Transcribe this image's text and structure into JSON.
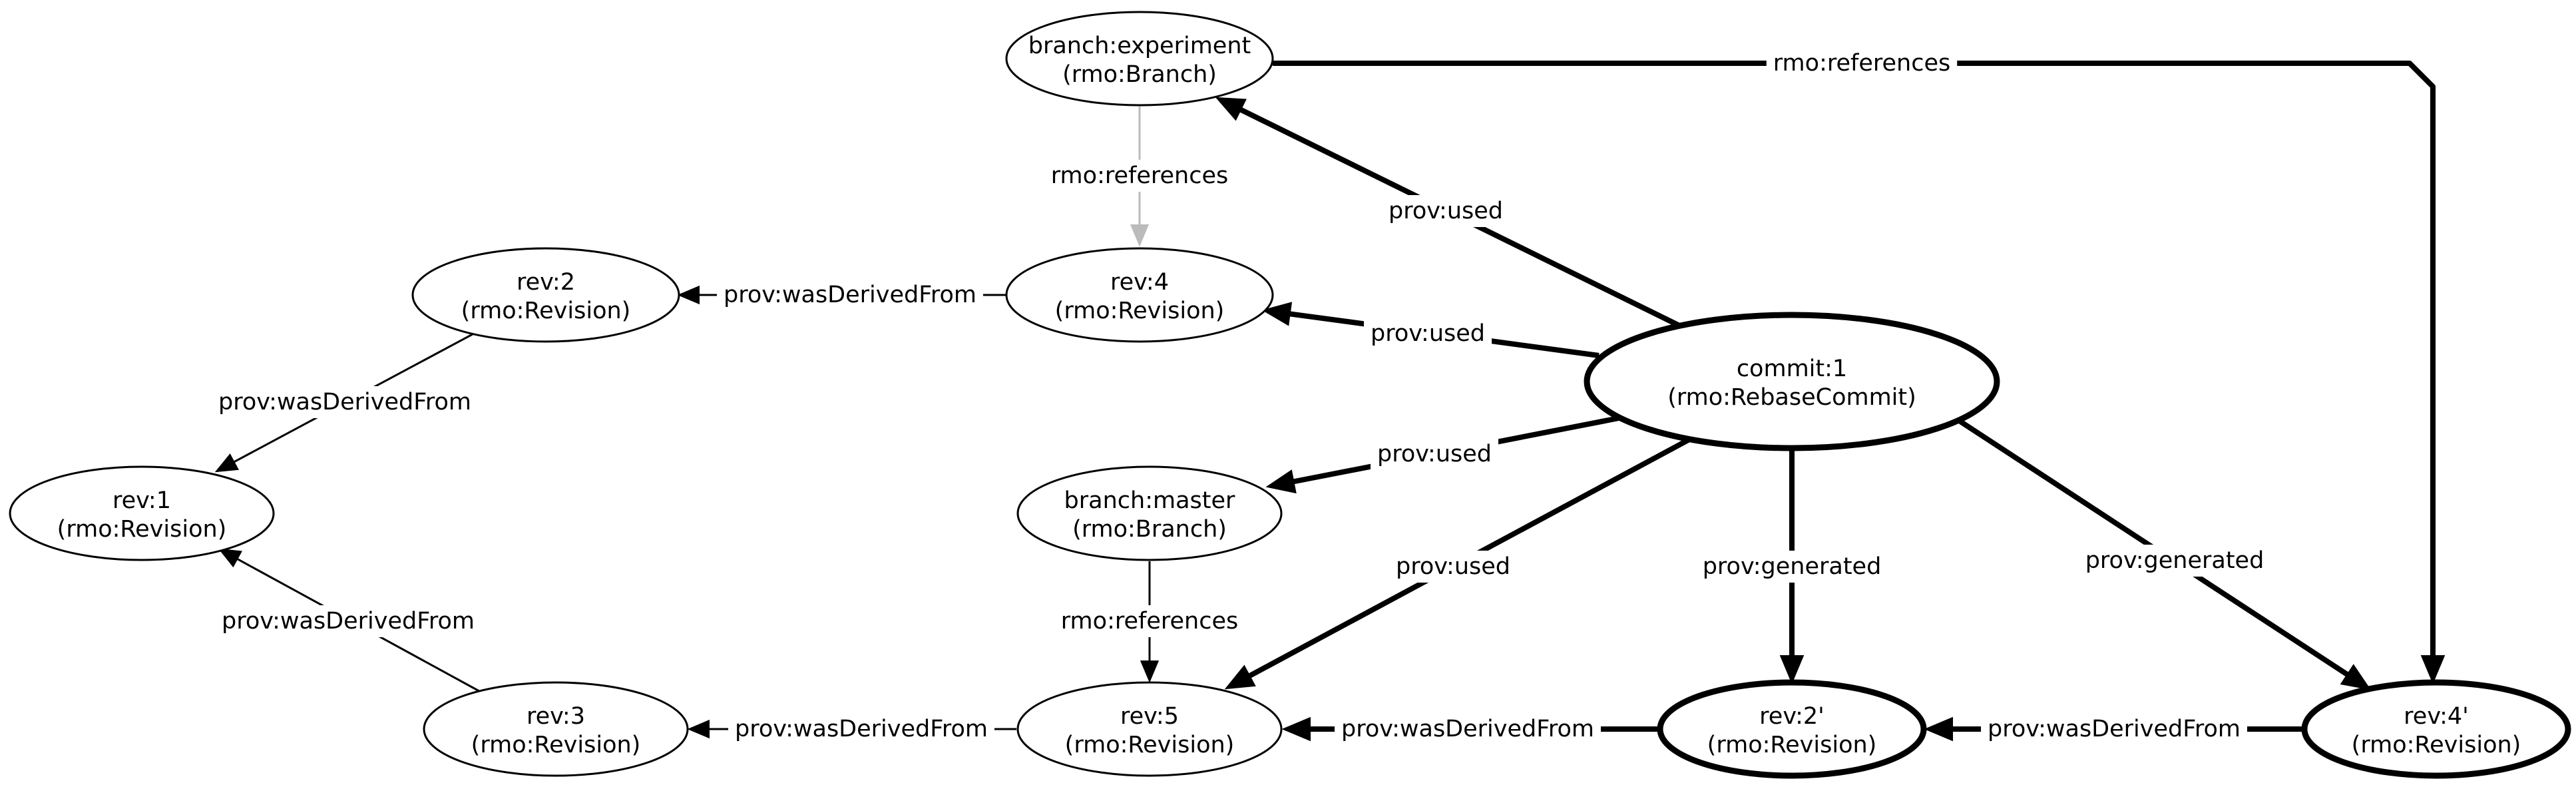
{
  "nodes": [
    {
      "id": "branch_experiment",
      "name": "branch:experiment",
      "type": "(rmo:Branch)",
      "bold": false
    },
    {
      "id": "rev4",
      "name": "rev:4",
      "type": "(rmo:Revision)",
      "bold": false
    },
    {
      "id": "rev2",
      "name": "rev:2",
      "type": "(rmo:Revision)",
      "bold": false
    },
    {
      "id": "rev1",
      "name": "rev:1",
      "type": "(rmo:Revision)",
      "bold": false
    },
    {
      "id": "commit1",
      "name": "commit:1",
      "type": "(rmo:RebaseCommit)",
      "bold": true
    },
    {
      "id": "branch_master",
      "name": "branch:master",
      "type": "(rmo:Branch)",
      "bold": false
    },
    {
      "id": "rev3",
      "name": "rev:3",
      "type": "(rmo:Revision)",
      "bold": false
    },
    {
      "id": "rev5",
      "name": "rev:5",
      "type": "(rmo:Revision)",
      "bold": false
    },
    {
      "id": "rev2p",
      "name": "rev:2'",
      "type": "(rmo:Revision)",
      "bold": true
    },
    {
      "id": "rev4p",
      "name": "rev:4'",
      "type": "(rmo:Revision)",
      "bold": true
    }
  ],
  "edges": [
    {
      "id": "e1",
      "from": "branch_experiment",
      "to": "rev4",
      "label": "rmo:references",
      "style": "gray"
    },
    {
      "id": "e2",
      "from": "branch_experiment",
      "to": "rev4p",
      "label": "rmo:references",
      "style": "bold"
    },
    {
      "id": "e3",
      "from": "rev4",
      "to": "rev2",
      "label": "prov:wasDerivedFrom",
      "style": "normal"
    },
    {
      "id": "e4",
      "from": "rev2",
      "to": "rev1",
      "label": "prov:wasDerivedFrom",
      "style": "normal"
    },
    {
      "id": "e5",
      "from": "rev3",
      "to": "rev1",
      "label": "prov:wasDerivedFrom",
      "style": "normal"
    },
    {
      "id": "e6",
      "from": "rev5",
      "to": "rev3",
      "label": "prov:wasDerivedFrom",
      "style": "normal"
    },
    {
      "id": "e7",
      "from": "branch_master",
      "to": "rev5",
      "label": "rmo:references",
      "style": "normal"
    },
    {
      "id": "e8",
      "from": "commit1",
      "to": "branch_experiment",
      "label": "prov:used",
      "style": "bold"
    },
    {
      "id": "e9",
      "from": "commit1",
      "to": "rev4",
      "label": "prov:used",
      "style": "bold"
    },
    {
      "id": "e10",
      "from": "commit1",
      "to": "branch_master",
      "label": "prov:used",
      "style": "bold"
    },
    {
      "id": "e11",
      "from": "commit1",
      "to": "rev5",
      "label": "prov:used",
      "style": "bold"
    },
    {
      "id": "e12",
      "from": "commit1",
      "to": "rev2p",
      "label": "prov:generated",
      "style": "bold"
    },
    {
      "id": "e13",
      "from": "commit1",
      "to": "rev4p",
      "label": "prov:generated",
      "style": "bold"
    },
    {
      "id": "e14",
      "from": "rev2p",
      "to": "rev5",
      "label": "prov:wasDerivedFrom",
      "style": "bold"
    },
    {
      "id": "e15",
      "from": "rev4p",
      "to": "rev2p",
      "label": "prov:wasDerivedFrom",
      "style": "bold"
    }
  ],
  "colors": {
    "line": "#000000",
    "muted_line": "#bbbbbb",
    "background": "#ffffff"
  }
}
